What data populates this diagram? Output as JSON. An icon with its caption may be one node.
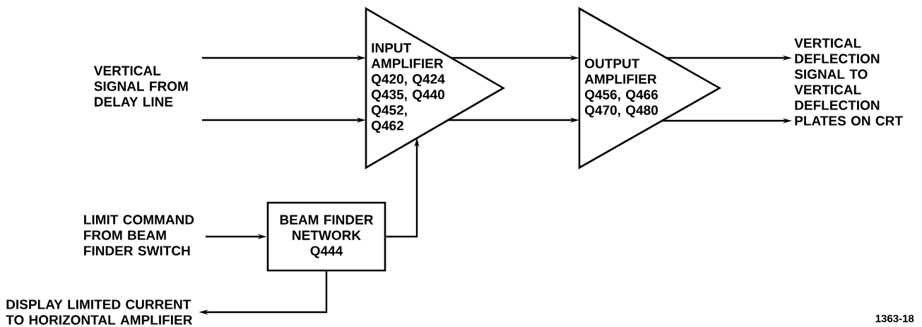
{
  "diagram": {
    "nodes": [
      {
        "text": [
          "VERTICAL SIGNAL FROM DELAY LINE"
        ]
      },
      {
        "text": [
          "INPUT AMPLIFIER",
          "Q420, Q424 Q435, Q440 Q452, Q462"
        ]
      },
      {
        "text": [
          "OUTPUT AMPLIFIER",
          "Q456, Q466 Q470, Q480"
        ]
      },
      {
        "text": [
          "VERTICAL DEFLECTION SIGNAL TO VERTICAL DEFLECTION PLATES ON CRT"
        ]
      },
      {
        "text": [
          "BEAM FINDER NETWORK",
          "Q444"
        ]
      },
      {
        "text": [
          "LIMIT COMMAND FROM BEAM FINDER SWITCH"
        ]
      },
      {
        "text": [
          "DISPLAY LIMITED CURRENT TO HORIZONTAL AMPLIFIER"
        ]
      }
    ],
    "edges": [
      {
        "from": 0,
        "to": 1,
        "arrow": "to"
      },
      {
        "from": 0,
        "to": 1,
        "arrow": "to"
      },
      {
        "from": 1,
        "to": 2,
        "arrow": "to"
      },
      {
        "from": 1,
        "to": 2,
        "arrow": "to"
      },
      {
        "from": 2,
        "to": 3,
        "arrow": "to"
      },
      {
        "from": 2,
        "to": 3,
        "arrow": "to"
      },
      {
        "from": 5,
        "to": 4,
        "arrow": "to"
      },
      {
        "from": 4,
        "to": 1,
        "arrow": "to"
      },
      {
        "from": 4,
        "to": 6,
        "arrow": "to"
      }
    ],
    "labels": [
      "1363-18"
    ]
  }
}
